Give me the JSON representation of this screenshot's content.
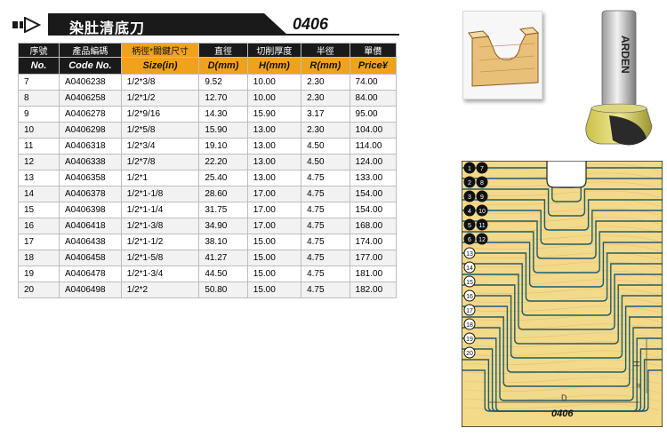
{
  "header": {
    "title": "染肚清底刀",
    "code": "0406"
  },
  "table": {
    "headers_zh": [
      "序號",
      "產品編碼",
      "柄徑*關鍵尺寸",
      "直徑",
      "切削厚度",
      "半徑",
      "單價"
    ],
    "headers_en": [
      "No.",
      "Code No.",
      "Size(in)",
      "D(mm)",
      "H(mm)",
      "R(mm)",
      "Price¥"
    ],
    "rows": [
      [
        "7",
        "A0406238",
        "1/2*3/8",
        "9.52",
        "10.00",
        "2.30",
        "74.00"
      ],
      [
        "8",
        "A0406258",
        "1/2*1/2",
        "12.70",
        "10.00",
        "2.30",
        "84.00"
      ],
      [
        "9",
        "A0406278",
        "1/2*9/16",
        "14.30",
        "15.90",
        "3.17",
        "95.00"
      ],
      [
        "10",
        "A0406298",
        "1/2*5/8",
        "15.90",
        "13.00",
        "2.30",
        "104.00"
      ],
      [
        "11",
        "A0406318",
        "1/2*3/4",
        "19.10",
        "13.00",
        "4.50",
        "114.00"
      ],
      [
        "12",
        "A0406338",
        "1/2*7/8",
        "22.20",
        "13.00",
        "4.50",
        "124.00"
      ],
      [
        "13",
        "A0406358",
        "1/2*1",
        "25.40",
        "13.00",
        "4.75",
        "133.00"
      ],
      [
        "14",
        "A0406378",
        "1/2*1-1/8",
        "28.60",
        "17.00",
        "4.75",
        "154.00"
      ],
      [
        "15",
        "A0406398",
        "1/2*1-1/4",
        "31.75",
        "17.00",
        "4.75",
        "154.00"
      ],
      [
        "16",
        "A0406418",
        "1/2*1-3/8",
        "34.90",
        "17.00",
        "4.75",
        "168.00"
      ],
      [
        "17",
        "A0406438",
        "1/2*1-1/2",
        "38.10",
        "15.00",
        "4.75",
        "174.00"
      ],
      [
        "18",
        "A0406458",
        "1/2*1-5/8",
        "41.27",
        "15.00",
        "4.75",
        "177.00"
      ],
      [
        "19",
        "A0406478",
        "1/2*1-3/4",
        "44.50",
        "15.00",
        "4.75",
        "181.00"
      ],
      [
        "20",
        "A0406498",
        "1/2*2",
        "50.80",
        "15.00",
        "4.75",
        "182.00"
      ]
    ]
  },
  "diagram": {
    "label": "0406",
    "dim_d": "D",
    "dim_h": "H",
    "dim_r": "R",
    "badges_left": [
      "1",
      "2",
      "3",
      "4",
      "5",
      "6",
      "13",
      "14",
      "15",
      "16",
      "17",
      "18",
      "19",
      "20"
    ],
    "badges_right": [
      "7",
      "8",
      "9",
      "10",
      "11",
      "12"
    ],
    "brand": "ARDEN"
  },
  "colors": {
    "dark": "#1a1a1a",
    "gold": "#f0a21c",
    "wood": "#f3d98a",
    "profile": "#1f5d6b"
  }
}
